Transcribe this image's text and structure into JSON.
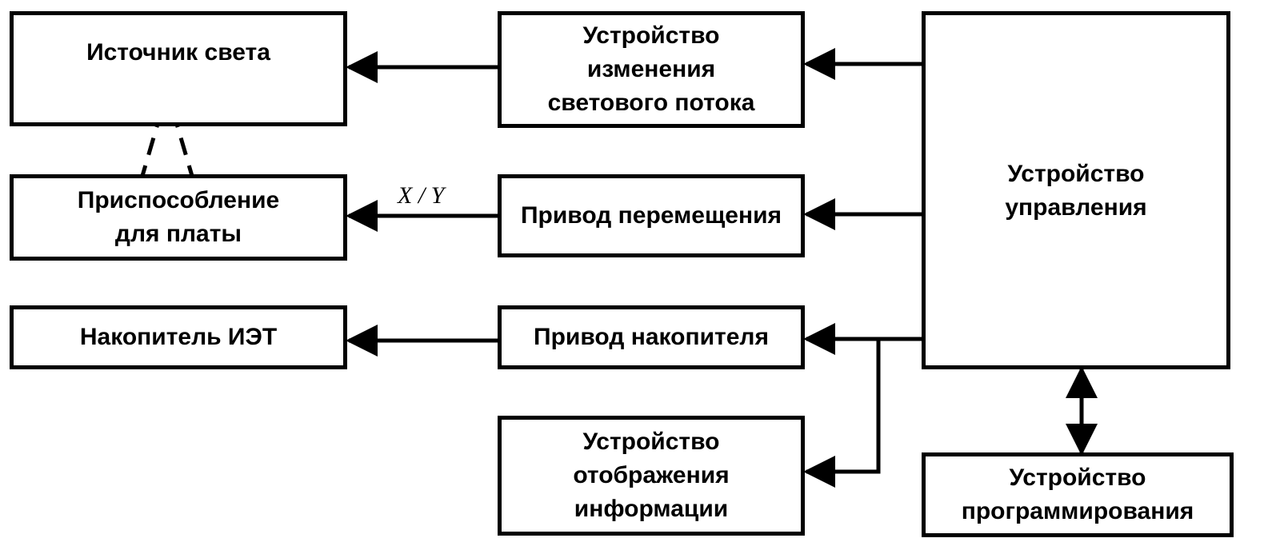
{
  "boxes": {
    "light_source": "Источник света",
    "board_fixture": "Приспособление\nдля платы",
    "component_store": "Накопитель ИЭТ",
    "flux_changer": "Устройство\nизменения\nсветового потока",
    "motion_drive": "Привод перемещения",
    "store_drive": "Привод  накопителя",
    "display_unit": "Устройство\nотображения\nинформации",
    "control_unit": "Устройство\nуправления",
    "programming_unit": "Устройство\nпрограммирования"
  },
  "labels": {
    "xy": "X / Y"
  }
}
